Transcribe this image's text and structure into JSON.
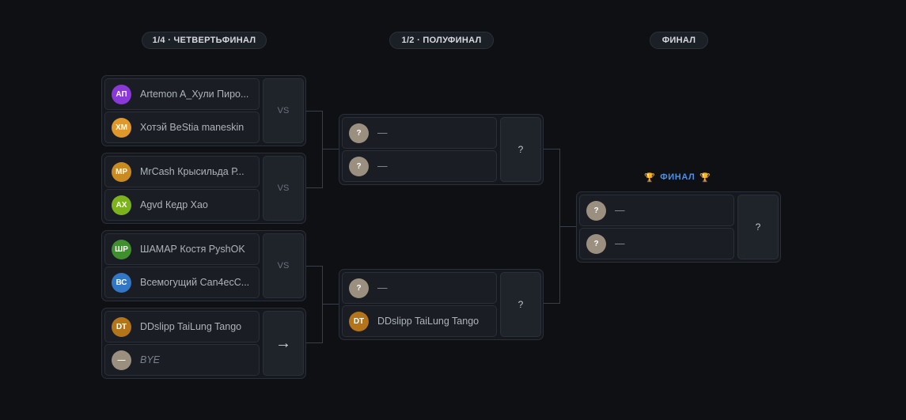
{
  "rounds": {
    "quarter": "1/4 · ЧЕТВЕРТЬФИНАЛ",
    "semi": "1/2 · ПОЛУФИНАЛ",
    "final": "ФИНАЛ"
  },
  "final_label": "ФИНАЛ",
  "icons": {
    "trophy_left": "🏆",
    "trophy_right": "🏆"
  },
  "colors": {
    "avatar_ap": "#8a38d8",
    "avatar_xm": "#e0982a",
    "avatar_mp": "#c98a1f",
    "avatar_ax": "#7cb31c",
    "avatar_shr": "#3f8f2e",
    "avatar_bc": "#3277c6",
    "avatar_dt": "#b3741a",
    "avatar_unknown": "#9b9080",
    "final_label": "#4d8fe0"
  },
  "quarterfinals": [
    {
      "p1": {
        "initials": "АП",
        "name": "Artemon A_Хули Пиро..."
      },
      "p2": {
        "initials": "ХМ",
        "name": "Хотэй BeStia maneskin"
      },
      "status": "VS"
    },
    {
      "p1": {
        "initials": "МР",
        "name": "MrCash Крысильда Р..."
      },
      "p2": {
        "initials": "АХ",
        "name": "Agvd Кедр Хао"
      },
      "status": "VS"
    },
    {
      "p1": {
        "initials": "ШР",
        "name": "ШАМАР Костя PyshOK"
      },
      "p2": {
        "initials": "ВС",
        "name": "Всемогущий Can4ecC..."
      },
      "status": "VS"
    },
    {
      "p1": {
        "initials": "DT",
        "name": "DDslipp TaiLung Tango"
      },
      "p2": {
        "initials": "—",
        "name": "BYE"
      },
      "status": "→"
    }
  ],
  "semifinals": [
    {
      "p1": {
        "initials": "?",
        "name": "—"
      },
      "p2": {
        "initials": "?",
        "name": "—"
      },
      "status": "?"
    },
    {
      "p1": {
        "initials": "?",
        "name": "—"
      },
      "p2": {
        "initials": "DT",
        "name": "DDslipp TaiLung Tango"
      },
      "status": "?"
    }
  ],
  "final": {
    "p1": {
      "initials": "?",
      "name": "—"
    },
    "p2": {
      "initials": "?",
      "name": "—"
    },
    "status": "?"
  }
}
